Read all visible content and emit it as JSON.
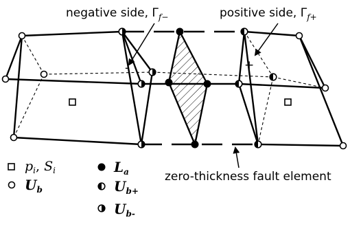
{
  "labels": {
    "negative_side": "negative side, Γ",
    "negative_side_sub": "f−",
    "positive_side": "positive side, Γ",
    "positive_side_sub": "f+",
    "minus_sign": "-",
    "plus_sign": "+",
    "fault_element": "zero-thickness fault element"
  },
  "legend": {
    "square": {
      "text_p": "p",
      "text_p_sub": "i",
      "text_sep": ", ",
      "text_s": "S",
      "text_s_sub": "i",
      "icon": "open-square"
    },
    "open_circle": {
      "text": "U",
      "sub": "b",
      "icon": "open-circle"
    },
    "filled_circle": {
      "text": "L",
      "sub": "a",
      "icon": "filled-circle"
    },
    "half_right": {
      "text": "U",
      "sub": "b+",
      "icon": "half-filled-circle-right"
    },
    "half_left": {
      "text": "U",
      "sub": "b-",
      "icon": "half-filled-circle-left"
    }
  },
  "colors": {
    "stroke": "#000000",
    "background": "#ffffff"
  }
}
